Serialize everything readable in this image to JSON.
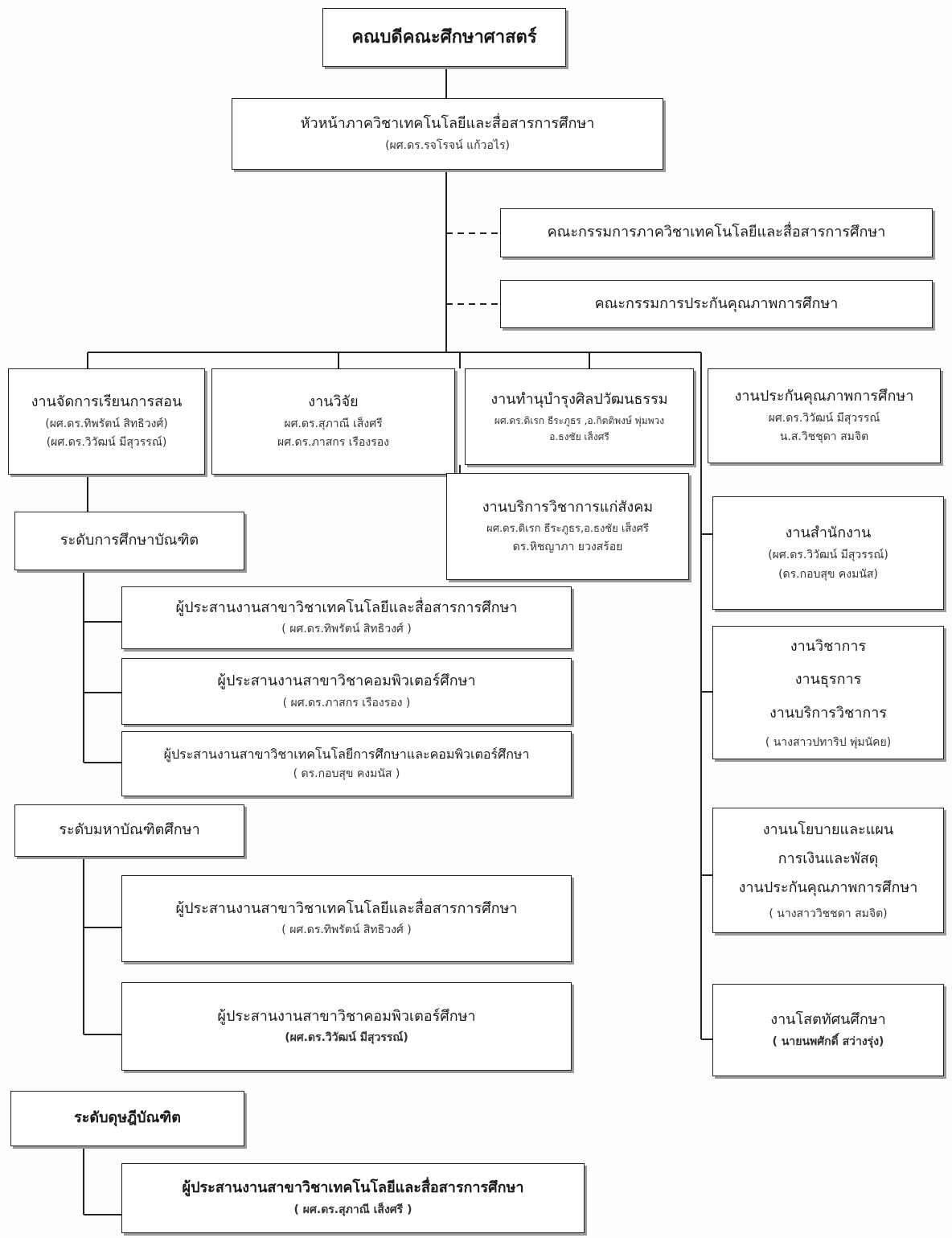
{
  "dean": "คณบดีคณะศึกษาศาสตร์",
  "head": {
    "title": "หัวหน้าภาควิชาเทคโนโลยีและสื่อสารการศึกษา",
    "name": "(ผศ.ดร.รจโรจน์  แก้วอไร)"
  },
  "committee1": "คณะกรรมการภาควิชาเทคโนโลยีและสื่อสารการศึกษา",
  "committee2": "คณะกรรมการประกันคุณภาพการศึกษา",
  "teaching": {
    "title": "งานจัดการเรียนการสอน",
    "line1": "(ผศ.ดร.ทิพรัตน์  สิทธิวงศ์)",
    "line2": "(ผศ.ดร.วิวัฒน์  มีสุวรรณ์)"
  },
  "research": {
    "title": "งานวิจัย",
    "line1": "ผศ.ดร.สุภาณี  เส็งศรี",
    "line2": "ผศ.ดร.ภาสกร  เรืองรอง"
  },
  "culture": {
    "title": "งานทำนุบำรุงศิลปวัฒนธรรม",
    "line1": "ผศ.ดร.ดิเรก  ธีระภูธร ,อ.กิตติพงษ์  พุ่มพวง",
    "line2": "อ.ธงชัย  เส็งศรี"
  },
  "quality": {
    "title": "งานประกันคุณภาพการศึกษา",
    "line1": "ผศ.ดร.วิวัฒน์  มีสุวรรณ์",
    "line2": "น.ส.วิชชุดา  สมจิต"
  },
  "service": {
    "title": "งานบริการวิชาการแก่สังคม",
    "line1": "ผศ.ดร.ดิเรก  ธีระภูธร,อ.ธงชัย  เส็งศรี",
    "line2": "ดร.หิชญาภา  ยวงสร้อย"
  },
  "office": {
    "title": "งานสำนักงาน",
    "line1": "(ผศ.ดร.วิวัฒน์  มีสุวรรณ์)",
    "line2": "(ดร.กอบสุข  คงมนัส)"
  },
  "academic": {
    "line1": "งานวิชาการ",
    "line2": "งานธุรการ",
    "line3": "งานบริการวิชาการ",
    "name": "( นางสาวปทาริป  พุ่มนัคย)"
  },
  "policy": {
    "line1": "งานนโยบายและแผน",
    "line2": "การเงินและพัสดุ",
    "line3": "งานประกันคุณภาพการศึกษา",
    "name": "( นางสาววิชชดา  สมจิต)"
  },
  "av": {
    "title": "งานโสตทัศนศึกษา",
    "name": "( นายนพศักดิ์  สว่างรุ่ง)"
  },
  "bachelor": {
    "label": "ระดับการศึกษาบัณฑิต",
    "c1": {
      "title": "ผู้ประสานงานสาขาวิชาเทคโนโลยีและสื่อสารการศึกษา",
      "name": "( ผศ.ดร.ทิพรัตน์  สิทธิวงศ์ )"
    },
    "c2": {
      "title": "ผู้ประสานงานสาขาวิชาคอมพิวเตอร์ศึกษา",
      "name": "( ผศ.ดร.ภาสกร  เรืองรอง )"
    },
    "c3": {
      "title": "ผู้ประสานงานสาขาวิชาเทคโนโลยีการศึกษาและคอมพิวเตอร์ศึกษา",
      "name": "( ดร.กอบสุข  คงมนัส )"
    }
  },
  "master": {
    "label": "ระดับมหาบัณฑิตศึกษา",
    "c1": {
      "title": "ผู้ประสานงานสาขาวิชาเทคโนโลยีและสื่อสารการศึกษา",
      "name": "(  ผศ.ดร.ทิพรัตน์  สิทธิวงศ์ )"
    },
    "c2": {
      "title": "ผู้ประสานงานสาขาวิชาคอมพิวเตอร์ศึกษา",
      "name": "(ผศ.ดร.วิวัฒน์  มีสุวรรณ์)"
    }
  },
  "doctoral": {
    "label": "ระดับดุษฎีบัณฑิต",
    "c1": {
      "title": "ผู้ประสานงานสาขาวิชาเทคโนโลยีและสื่อสารการศึกษา",
      "name": "( ผศ.ดร.สุภาณี  เส็งศรี )"
    }
  }
}
